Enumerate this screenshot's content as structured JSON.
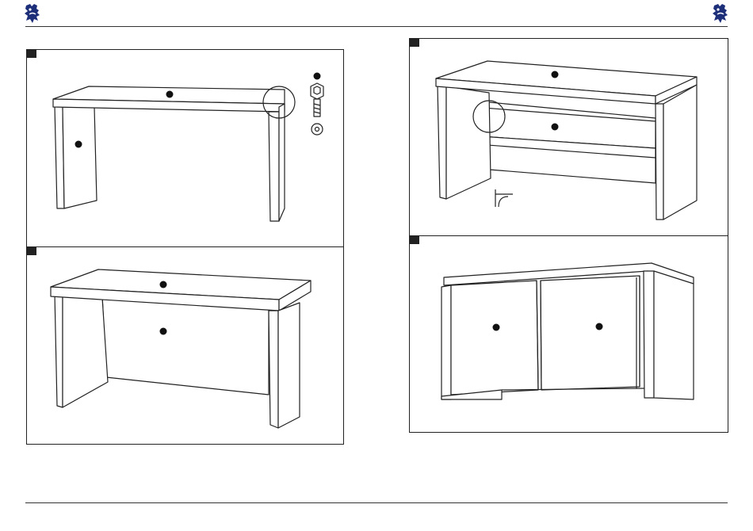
{
  "header": {
    "logo_icon": "heraldic-lion-icon",
    "accent_color": "#1e2f7a"
  },
  "steps": [
    {
      "id": 1,
      "icon": "desk-frame-icon",
      "hardware": [
        "bolt-icon",
        "washer-icon"
      ]
    },
    {
      "id": 2,
      "icon": "desk-back-panel-icon"
    },
    {
      "id": 3,
      "icon": "desk-shelf-icon",
      "hardware": [
        "shelf-bracket-icon"
      ]
    },
    {
      "id": 4,
      "icon": "sliding-doors-icon"
    }
  ]
}
